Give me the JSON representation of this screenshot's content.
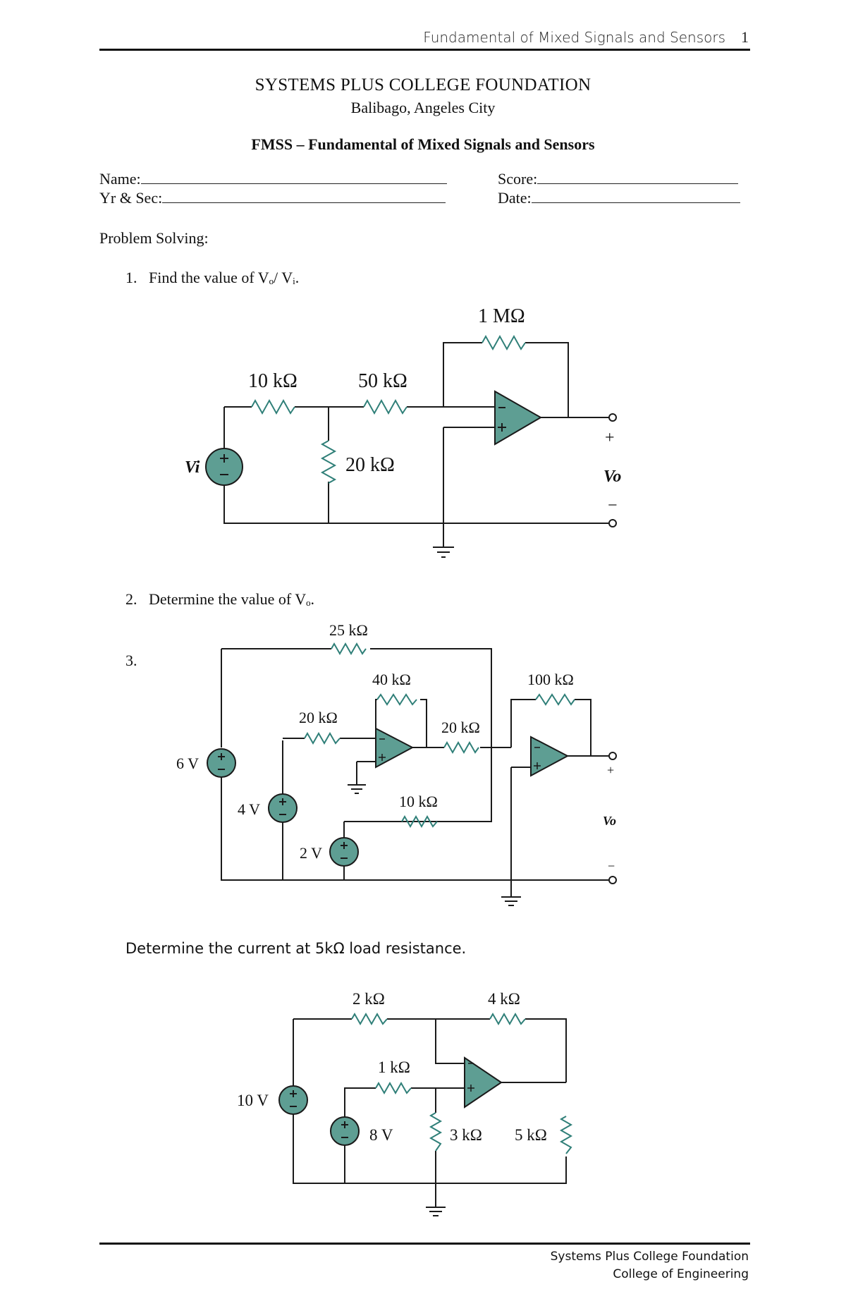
{
  "header": {
    "title": "Fundamental of Mixed Signals and Sensors",
    "page": "1"
  },
  "school": {
    "name": "SYSTEMS PLUS COLLEGE FOUNDATION",
    "address": "Balibago, Angeles City"
  },
  "course": {
    "title": "FMSS – Fundamental of Mixed Signals and Sensors"
  },
  "form": {
    "name": "Name:",
    "score": "Score:",
    "yrsec": "Yr & Sec:",
    "date": "Date:"
  },
  "section": "Problem Solving:",
  "problems": [
    {
      "num": "1.",
      "text": "Find the value of Vₒ/ Vᵢ."
    },
    {
      "num": "2.",
      "text": "Determine the value of Vₒ."
    },
    {
      "num": "3.",
      "text": "Determine the current at 5kΩ load resistance."
    }
  ],
  "circuit1": {
    "r_feedback": "1 MΩ",
    "r1": "10 kΩ",
    "r2": "50 kΩ",
    "r3": "20 kΩ",
    "source": "Vi",
    "output": "Vo",
    "plus": "+",
    "minus": "−"
  },
  "circuit2": {
    "r_top": "25 kΩ",
    "r_fb1": "40 kΩ",
    "r_fb2": "100 kΩ",
    "r_in1": "20 kΩ",
    "r_in2": "20 kΩ",
    "r_in3": "10 kΩ",
    "v1": "6 V",
    "v2": "4 V",
    "v3": "2 V",
    "output": "Vo",
    "plus": "+",
    "minus": "−"
  },
  "circuit3": {
    "r_a": "2 kΩ",
    "r_b": "4 kΩ",
    "r_c": "1 kΩ",
    "r_d": "3 kΩ",
    "r_load": "5 kΩ",
    "v1": "10 V",
    "v2": "8 V"
  },
  "footer": {
    "line1": "Systems Plus College Foundation",
    "line2": "College of Engineering"
  },
  "colors": {
    "component_fill": "#5e9e93",
    "wire": "#1a1a1a",
    "resistor": "#2f7f78"
  }
}
